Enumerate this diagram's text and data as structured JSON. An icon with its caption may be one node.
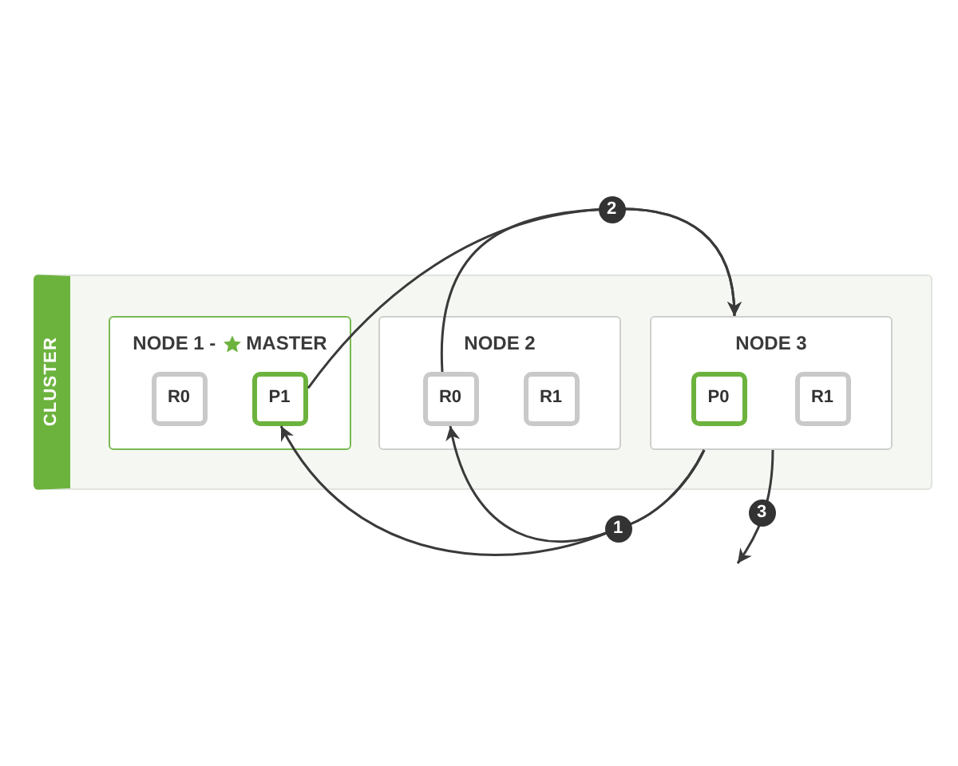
{
  "diagram": {
    "nodes": [
      {
        "text": [
          "CLUSTER"
        ]
      },
      {
        "text": [
          "NODE 1 -",
          "MASTER"
        ],
        "in": 0
      },
      {
        "text": [
          "R0"
        ],
        "in": 1
      },
      {
        "text": [
          "P1"
        ],
        "in": 1
      },
      {
        "text": [
          "NODE 2"
        ],
        "in": 0
      },
      {
        "text": [
          "R0"
        ],
        "in": 4
      },
      {
        "text": [
          "R1"
        ],
        "in": 4
      },
      {
        "text": [
          "NODE 3"
        ],
        "in": 0
      },
      {
        "text": [
          "P0"
        ],
        "in": 7
      },
      {
        "text": [
          "R1"
        ],
        "in": 7
      }
    ],
    "edges": [
      {
        "from": 3,
        "to": 7,
        "arrow": "to",
        "label": "2"
      },
      {
        "from": 5,
        "to": 7,
        "arrow": "to"
      },
      {
        "from": 7,
        "to": 3,
        "arrow": "to",
        "label": "1"
      },
      {
        "from": 7,
        "to": 5,
        "arrow": "to"
      },
      {
        "from": 7,
        "to": null,
        "arrow": "to",
        "label": "3"
      }
    ]
  }
}
